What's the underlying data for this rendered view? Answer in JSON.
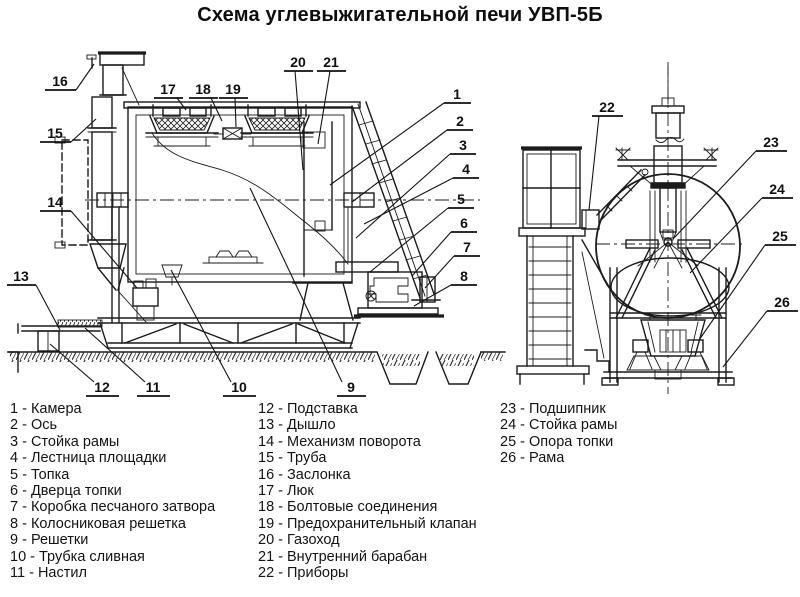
{
  "title": "Схема углевыжигательной печи УВП-5Б",
  "legend": {
    "separator": " - ",
    "columns": [
      {
        "items": [
          {
            "num": "1",
            "label": "Камера"
          },
          {
            "num": "2",
            "label": "Ось"
          },
          {
            "num": "3",
            "label": "Стойка рамы"
          },
          {
            "num": "4",
            "label": "Лестница площадки"
          },
          {
            "num": "5",
            "label": "Топка"
          },
          {
            "num": "6",
            "label": "Дверца топки"
          },
          {
            "num": "7",
            "label": "Коробка песчаного затвора"
          },
          {
            "num": "8",
            "label": "Колосниковая решетка"
          },
          {
            "num": "9",
            "label": "Решетки"
          },
          {
            "num": "10",
            "label": "Трубка сливная"
          },
          {
            "num": "11",
            "label": "Настил"
          }
        ]
      },
      {
        "items": [
          {
            "num": "12",
            "label": "Подставка"
          },
          {
            "num": "13",
            "label": "Дышло"
          },
          {
            "num": "14",
            "label": "Механизм поворота"
          },
          {
            "num": "15",
            "label": "Труба"
          },
          {
            "num": "16",
            "label": "Заслонка"
          },
          {
            "num": "17",
            "label": "Люк"
          },
          {
            "num": "18",
            "label": "Болтовые соединения"
          },
          {
            "num": "19",
            "label": "Предохранительный клапан"
          },
          {
            "num": "20",
            "label": "Газоход"
          },
          {
            "num": "21",
            "label": "Внутренний барабан"
          },
          {
            "num": "22",
            "label": "Приборы"
          }
        ]
      },
      {
        "items": [
          {
            "num": "23",
            "label": "Подшипник"
          },
          {
            "num": "24",
            "label": "Стойка рамы"
          },
          {
            "num": "25",
            "label": "Опора топки"
          },
          {
            "num": "26",
            "label": "Рама"
          }
        ]
      }
    ]
  },
  "diagram": {
    "line_color": "#1b1b1b",
    "views": [
      {
        "name": "side-view"
      },
      {
        "name": "end-view"
      }
    ],
    "callouts": [
      "1",
      "2",
      "3",
      "4",
      "5",
      "6",
      "7",
      "8",
      "9",
      "10",
      "11",
      "12",
      "13",
      "14",
      "15",
      "16",
      "17",
      "18",
      "19",
      "20",
      "21",
      "22",
      "23",
      "24",
      "25",
      "26"
    ]
  }
}
